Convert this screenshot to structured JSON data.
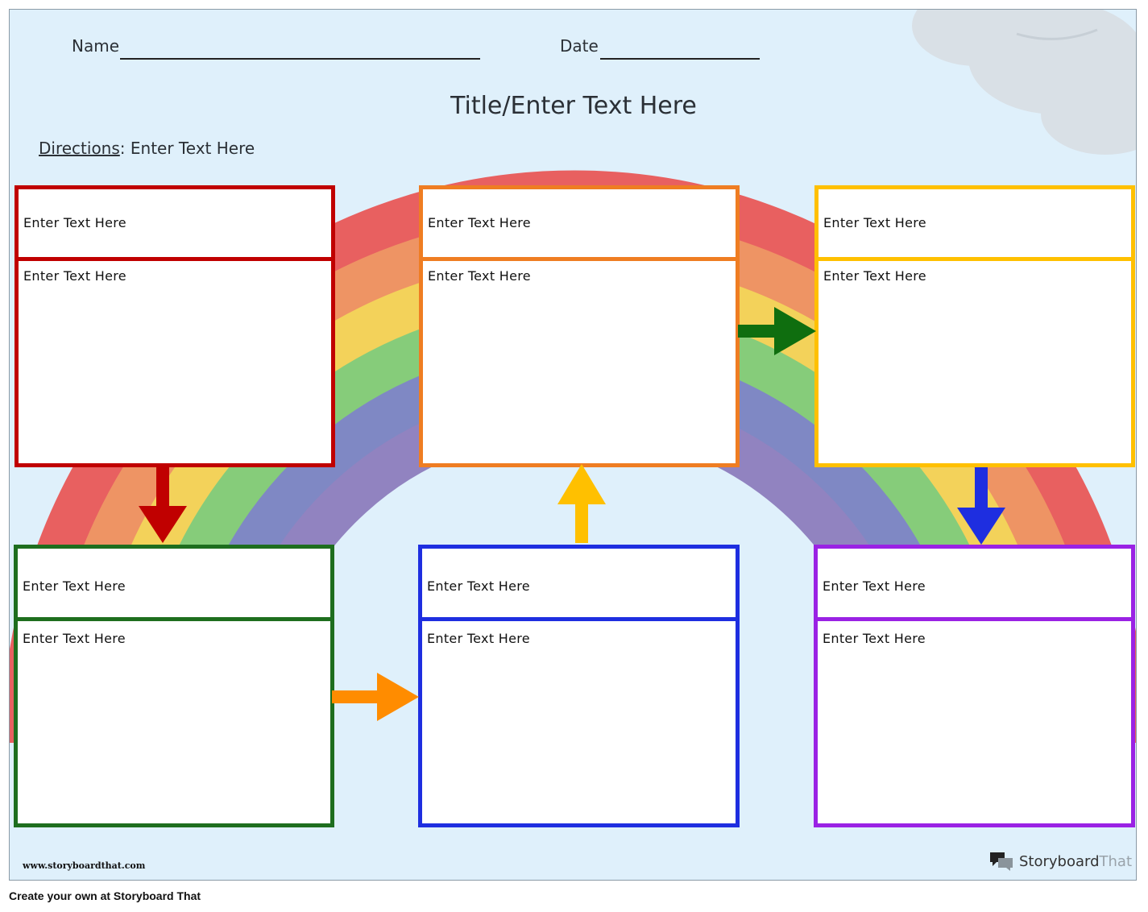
{
  "worksheet": {
    "name_label": "Name",
    "date_label": "Date",
    "title": "Title/Enter Text Here",
    "directions_label": "Directions",
    "directions_text": ": Enter Text Here"
  },
  "boxes": [
    {
      "heading": "Enter Text Here",
      "body": "Enter Text Here",
      "color": "#c00000"
    },
    {
      "heading": "Enter Text Here",
      "body": "Enter Text Here",
      "color": "#ef7d22"
    },
    {
      "heading": "Enter Text Here",
      "body": "Enter Text Here",
      "color": "#ffc000"
    },
    {
      "heading": "Enter Text Here",
      "body": "Enter Text Here",
      "color": "#1e6e1e"
    },
    {
      "heading": "Enter Text Here",
      "body": "Enter Text Here",
      "color": "#1e2ee0"
    },
    {
      "heading": "Enter Text Here",
      "body": "Enter Text Here",
      "color": "#9a22e4"
    }
  ],
  "arrows": [
    {
      "direction": "down",
      "color": "#c00000"
    },
    {
      "direction": "right",
      "color": "#ff8c00"
    },
    {
      "direction": "up",
      "color": "#ffc000"
    },
    {
      "direction": "right",
      "color": "#0f6e0f"
    },
    {
      "direction": "down",
      "color": "#1e2ee0"
    }
  ],
  "rainbow_colors": [
    "#e86060",
    "#ee9464",
    "#f3d25a",
    "#86cc7a",
    "#7f88c4",
    "#9183c0"
  ],
  "background_color": "#dff0fb",
  "footer": {
    "url": "www.storyboardthat.com",
    "logo_word": "Storyboard",
    "logo_word_light": "That",
    "create_text": "Create your own at Storyboard That"
  }
}
